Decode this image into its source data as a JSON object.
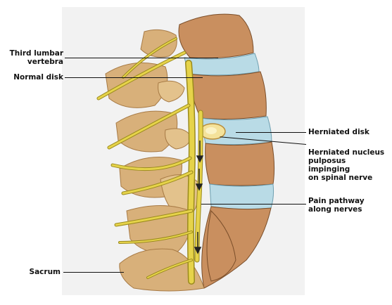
{
  "labels": {
    "third_lumbar": [
      "Third lumbar",
      "vertebra"
    ],
    "normal_disk": "Normal disk",
    "sacrum": "Sacrum",
    "herniated_disk": "Herniated disk",
    "herniated_nucleus": [
      "Herniated nucleus",
      "pulposus impinging",
      "on spinal nerve"
    ],
    "pain_pathway": [
      "Pain pathway",
      "along nerves"
    ]
  },
  "colors": {
    "background_panel": "#f2f2f2",
    "bone": "#d8b07a",
    "bone_shadow": "#a77a45",
    "vertebral_body": "#c98f5f",
    "disk": "#b9dbe6",
    "nerve": "#e6d34a",
    "nerve_outline": "#9a8a1c",
    "herniation": "#f4e29a"
  }
}
